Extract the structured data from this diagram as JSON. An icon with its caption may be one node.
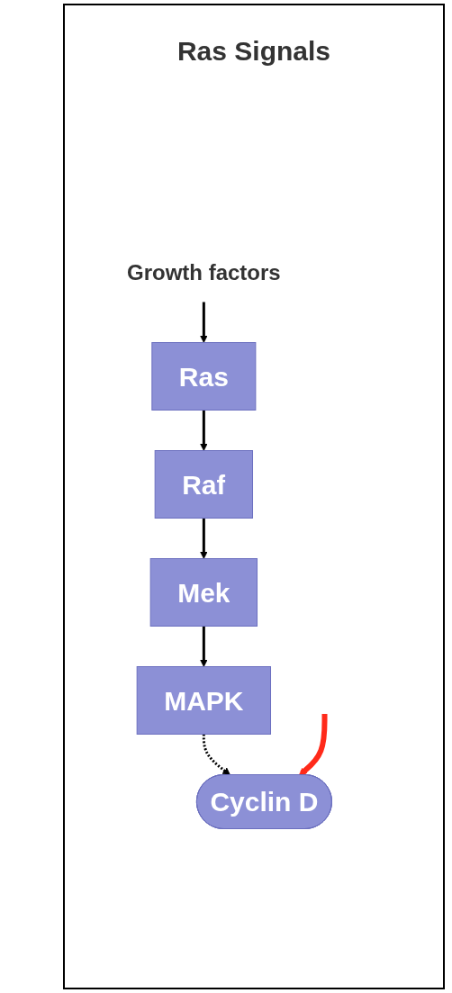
{
  "diagram": {
    "title": "Ras Signals",
    "nodes": [
      {
        "text": [
          "Growth factors"
        ]
      },
      {
        "text": [
          "Ras"
        ]
      },
      {
        "text": [
          "Raf"
        ]
      },
      {
        "text": [
          "Mek"
        ]
      },
      {
        "text": [
          "MAPK"
        ]
      },
      {
        "text": [
          "Cyclin D"
        ]
      }
    ],
    "edges": [
      {
        "from": 0,
        "to": 1,
        "arrow": "to"
      },
      {
        "from": 1,
        "to": 2,
        "arrow": "to"
      },
      {
        "from": 2,
        "to": 3,
        "arrow": "to"
      },
      {
        "from": 3,
        "to": 4,
        "arrow": "to"
      },
      {
        "from": 4,
        "to": 5,
        "arrow": "to",
        "style": "dashed"
      },
      {
        "from": null,
        "to": 5,
        "arrow": "to",
        "style": "thick",
        "color": "#ff2a1a"
      }
    ]
  }
}
